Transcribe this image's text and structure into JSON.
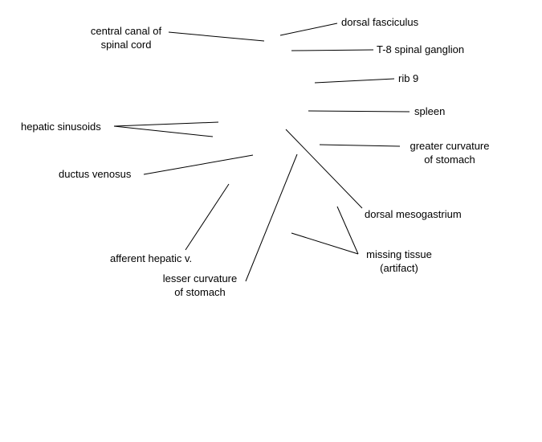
{
  "labels": {
    "central_canal": "central canal of\nspinal cord",
    "dorsal_fasciculus": "dorsal fasciculus",
    "t8_spinal_ganglion": "T-8 spinal ganglion",
    "rib_9": "rib 9",
    "spleen": "spleen",
    "hepatic_sinusoids": "hepatic sinusoids",
    "greater_curvature": "greater curvature\nof stomach",
    "ductus_venosus": "ductus venosus",
    "dorsal_mesogastrium": "dorsal mesogastrium",
    "afferent_hepatic_v": "afferent hepatic v.",
    "missing_tissue": "missing tissue\n(artifact)",
    "lesser_curvature": "lesser curvature\nof stomach"
  },
  "colors": {
    "background": "#ffffff",
    "ink": "#000000"
  }
}
